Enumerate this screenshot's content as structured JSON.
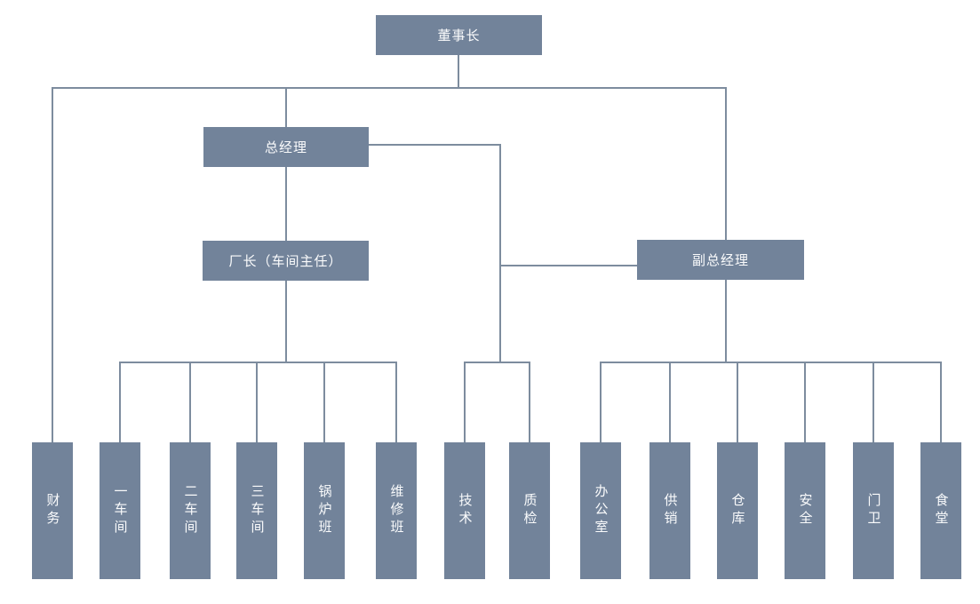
{
  "org_chart": {
    "management": {
      "chairman": {
        "label": "董事长"
      },
      "general_manager": {
        "label": "总经理"
      },
      "factory_director": {
        "label": "厂长（车间主任）"
      },
      "deputy_general_manager": {
        "label": "副总经理"
      }
    },
    "departments": [
      {
        "label": "财务"
      },
      {
        "label": "一车间"
      },
      {
        "label": "二车间"
      },
      {
        "label": "三车间"
      },
      {
        "label": "锅炉班"
      },
      {
        "label": "维修班"
      },
      {
        "label": "技术"
      },
      {
        "label": "质检"
      },
      {
        "label": "办公室"
      },
      {
        "label": "供销"
      },
      {
        "label": "仓库"
      },
      {
        "label": "安全"
      },
      {
        "label": "门卫"
      },
      {
        "label": "食堂"
      }
    ],
    "edges": [
      {
        "from": "董事长",
        "to": "财务"
      },
      {
        "from": "董事长",
        "to": "总经理"
      },
      {
        "from": "董事长",
        "to": "副总经理"
      },
      {
        "from": "总经理",
        "to": "厂长（车间主任）"
      },
      {
        "from": "总经理",
        "to": "副总经理"
      },
      {
        "from": "总经理",
        "to": "技术"
      },
      {
        "from": "总经理",
        "to": "质检"
      },
      {
        "from": "厂长（车间主任）",
        "to": "一车间"
      },
      {
        "from": "厂长（车间主任）",
        "to": "二车间"
      },
      {
        "from": "厂长（车间主任）",
        "to": "三车间"
      },
      {
        "from": "厂长（车间主任）",
        "to": "锅炉班"
      },
      {
        "from": "厂长（车间主任）",
        "to": "维修班"
      },
      {
        "from": "副总经理",
        "to": "办公室"
      },
      {
        "from": "副总经理",
        "to": "供销"
      },
      {
        "from": "副总经理",
        "to": "仓库"
      },
      {
        "from": "副总经理",
        "to": "安全"
      },
      {
        "from": "副总经理",
        "to": "门卫"
      },
      {
        "from": "副总经理",
        "to": "食堂"
      }
    ],
    "colors": {
      "box_fill": "#72839A",
      "line": "#7D8C9E",
      "text": "#FFFFFF",
      "background": "#FFFFFF"
    }
  }
}
